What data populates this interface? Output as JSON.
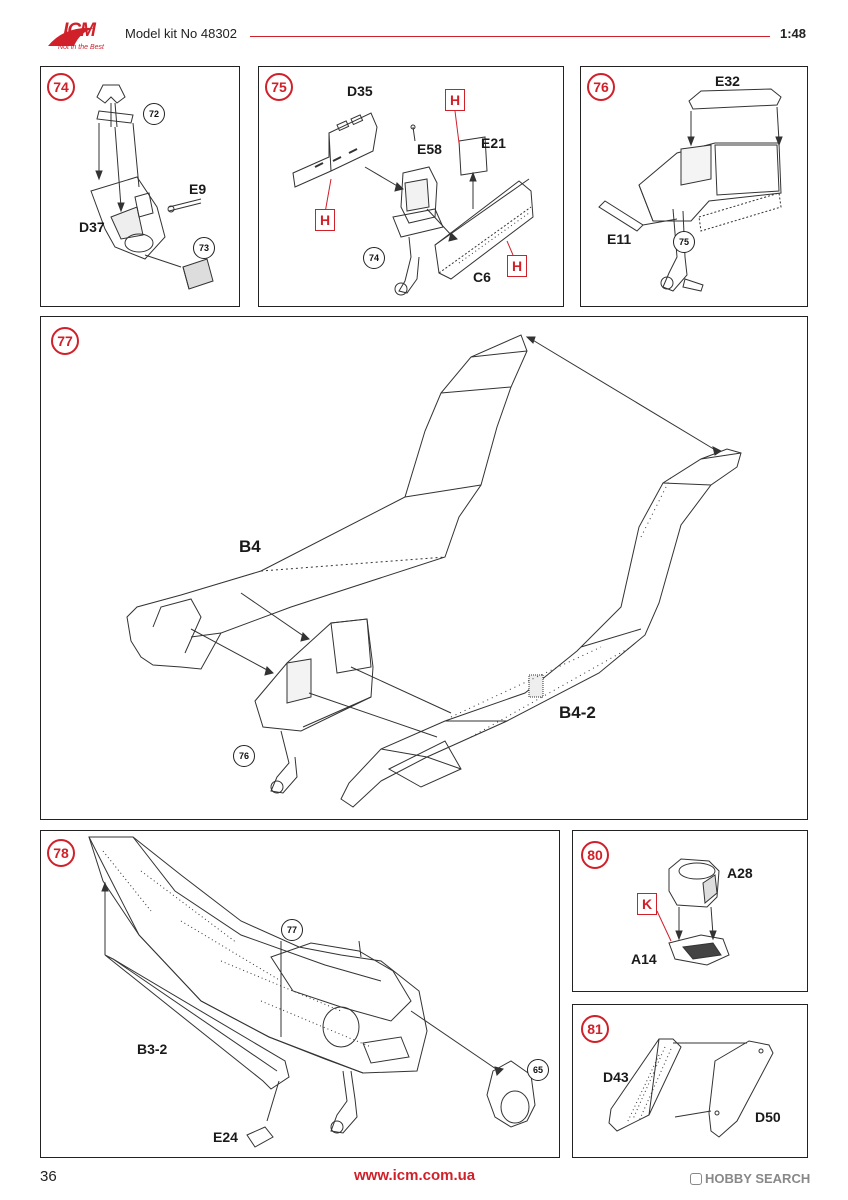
{
  "header": {
    "brand": "ICM",
    "tagline": "Not in the Best",
    "kit_title": "Model kit No 48302",
    "scale": "1:48"
  },
  "colors": {
    "accent": "#d0202a",
    "ink": "#1a1a1a"
  },
  "steps": {
    "s74": {
      "number": "74",
      "labels": {
        "e9": "E9",
        "d37": "D37"
      },
      "refs": {
        "r72": "72",
        "r73": "73"
      }
    },
    "s75": {
      "number": "75",
      "labels": {
        "d35": "D35",
        "e58": "E58",
        "e21": "E21",
        "c6": "C6"
      },
      "refs": {
        "r74": "74"
      },
      "paint": {
        "h1": "H",
        "h2": "H",
        "h3": "H"
      }
    },
    "s76": {
      "number": "76",
      "labels": {
        "e32": "E32",
        "e11": "E11"
      },
      "refs": {
        "r75": "75"
      }
    },
    "s77": {
      "number": "77",
      "labels": {
        "b4": "B4",
        "b4_2": "B4-2"
      },
      "refs": {
        "r76": "76"
      }
    },
    "s78": {
      "number": "78",
      "labels": {
        "b3_2": "B3-2",
        "e24": "E24"
      },
      "refs": {
        "r77": "77",
        "r65": "65"
      }
    },
    "s80": {
      "number": "80",
      "labels": {
        "a28": "A28",
        "a14": "A14"
      },
      "paint": {
        "k": "K"
      }
    },
    "s81": {
      "number": "81",
      "labels": {
        "d43": "D43",
        "d50": "D50"
      }
    }
  },
  "footer": {
    "page_number": "36",
    "url": "www.icm.com.ua",
    "watermark": "HOBBY SEARCH"
  }
}
